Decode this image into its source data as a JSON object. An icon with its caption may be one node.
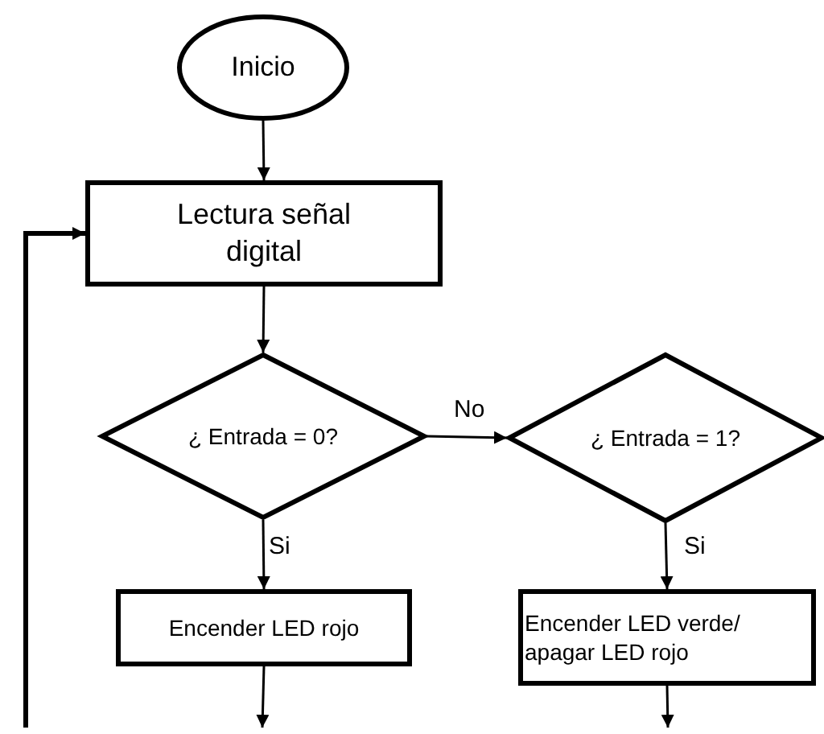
{
  "diagram": {
    "nodes": [
      {
        "text": [
          "Inicio"
        ]
      },
      {
        "text": [
          "Lectura señal digital"
        ]
      },
      {
        "text": [
          "¿ Entrada = 0?"
        ]
      },
      {
        "text": [
          "¿ Entrada = 1?"
        ]
      },
      {
        "text": [
          "Encender LED rojo"
        ]
      },
      {
        "text": [
          "Encender LED verde/ apagar LED rojo"
        ]
      }
    ],
    "edges": [
      {
        "from": 0,
        "to": 1,
        "arrow": "to"
      },
      {
        "from": 1,
        "to": 2,
        "arrow": "to"
      },
      {
        "from": 2,
        "to": 3,
        "arrow": "to",
        "label": "No"
      },
      {
        "from": 2,
        "to": 4,
        "arrow": "to",
        "label": "Si"
      },
      {
        "from": 3,
        "to": 5,
        "arrow": "to",
        "label": "Si"
      },
      {
        "from": 4,
        "to": null,
        "arrow": "to"
      },
      {
        "from": 5,
        "to": null,
        "arrow": "to"
      },
      {
        "from": null,
        "to": 1,
        "arrow": "to",
        "style": "thick"
      }
    ]
  }
}
